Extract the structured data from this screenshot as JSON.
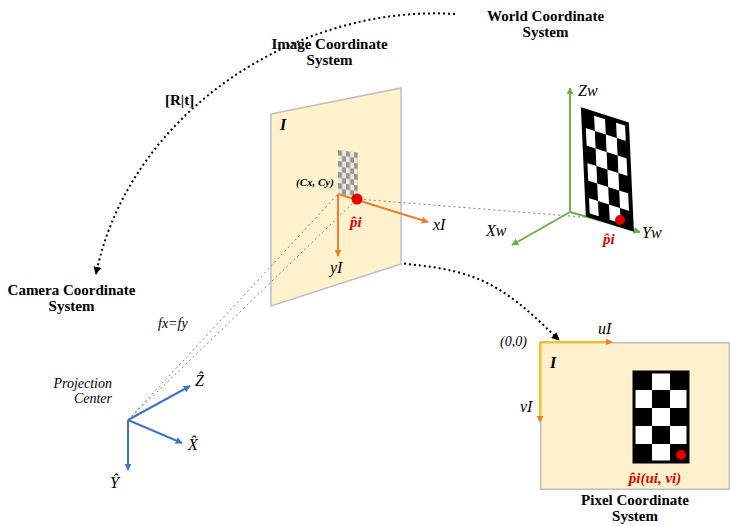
{
  "diagram": {
    "nodes": [
      {
        "text": [
          "Image Coordinate System",
          "I",
          "(Cx, Cy)",
          "p̂i"
        ]
      },
      {
        "text": [
          "I",
          "p̂i(ui, vi)",
          "Pixel Coordinate System"
        ]
      }
    ],
    "edges": [
      {
        "from": 0,
        "to": 1,
        "arrow": "to"
      }
    ],
    "labels": [
      "[R|t]",
      "World Coordinate System",
      "Zw",
      "Xw",
      "Yw",
      "p̂i",
      "xI",
      "yI",
      "Camera Coordinate System",
      "Projection Center",
      "fx=fy",
      "Ẑ",
      "X̂",
      "Ŷ",
      "(0,0)",
      "uI",
      "vI"
    ]
  }
}
